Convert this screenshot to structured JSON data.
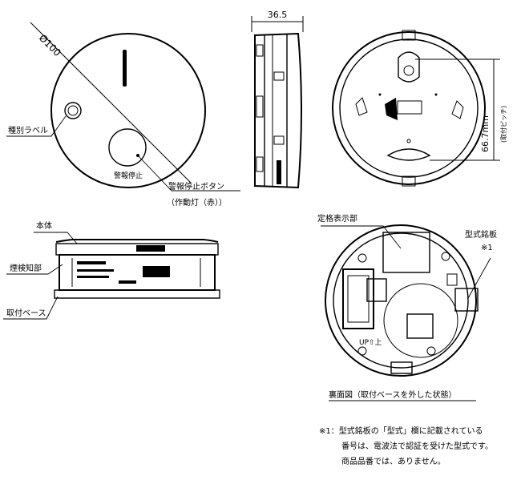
{
  "labels": {
    "diameter": "Ø100",
    "kind_label": "種別ラベル",
    "alarm_stop_on_face": "警報停止",
    "alarm_stop_button": "警報停止ボタン",
    "indicator_lamp": "（作動灯（赤））",
    "body": "本体",
    "smoke_sensor": "煙検知部",
    "mount_base": "取付ベース",
    "depth_dim": "36.5",
    "pitch_dim": "66.7mm",
    "pitch_dim_note": "(取付ピッチ)",
    "rating_display": "定格表示部",
    "type_plate": "型式銘板",
    "type_plate_mark": "※1",
    "up_mark": "UP⇧上",
    "back_view_caption": "裏面図（取付ベースを外した状態）"
  },
  "footnote": {
    "lines": [
      "※1：型式銘板の「型式」欄に記載されている",
      "番号は、電波法で認証を受けた型式です。",
      "商品品番では、ありません。"
    ]
  },
  "colors": {
    "line": "#000000",
    "background": "#ffffff"
  }
}
